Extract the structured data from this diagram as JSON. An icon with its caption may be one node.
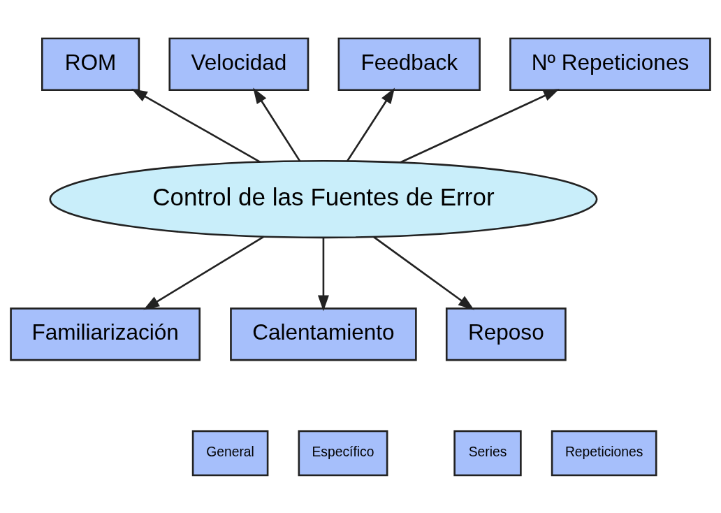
{
  "diagram": {
    "nodes": [
      {
        "text": [
          "ROM"
        ]
      },
      {
        "text": [
          "Velocidad"
        ]
      },
      {
        "text": [
          "Feedback"
        ]
      },
      {
        "text": [
          "Nº Repeticiones"
        ]
      },
      {
        "text": [
          "Control de las Fuentes de Error"
        ]
      },
      {
        "text": [
          "Familiarización"
        ]
      },
      {
        "text": [
          "Calentamiento"
        ]
      },
      {
        "text": [
          "Reposo"
        ]
      },
      {
        "text": [
          "General"
        ]
      },
      {
        "text": [
          "Específico"
        ]
      },
      {
        "text": [
          "Series"
        ]
      },
      {
        "text": [
          "Repeticiones"
        ]
      }
    ],
    "edges": [
      {
        "from": 4,
        "to": 2,
        "arrow": "to"
      },
      {
        "from": 4,
        "to": 0,
        "arrow": "to"
      },
      {
        "from": 4,
        "to": 1,
        "arrow": "to"
      },
      {
        "from": 4,
        "to": 3,
        "arrow": "to"
      },
      {
        "from": 4,
        "to": 5,
        "arrow": "to"
      },
      {
        "from": 4,
        "to": 6,
        "arrow": "to"
      },
      {
        "from": 4,
        "to": 7,
        "arrow": "to"
      }
    ]
  }
}
